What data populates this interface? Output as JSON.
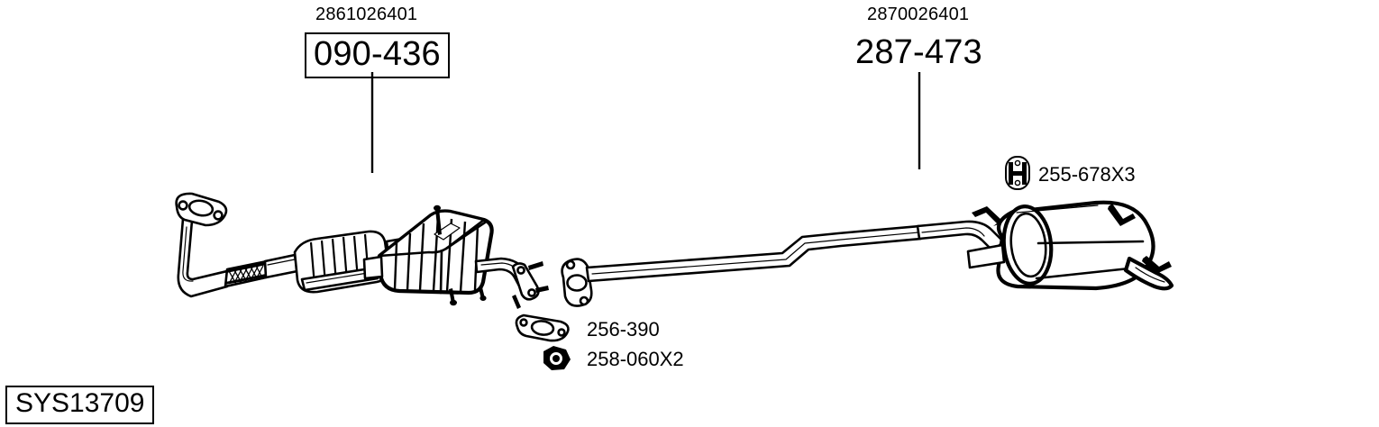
{
  "diagram": {
    "system_code": "SYS13709",
    "background_color": "#ffffff",
    "line_color": "#000000"
  },
  "callouts": [
    {
      "id": "front-assembly",
      "oem_number": "2861026401",
      "part_number": "090-436",
      "boxed": true
    },
    {
      "id": "rear-assembly",
      "oem_number": "2870026401",
      "part_number": "287-473",
      "boxed": false
    }
  ],
  "small_parts": [
    {
      "id": "gasket",
      "icon": "exhaust-gasket-icon",
      "part_number": "256-390"
    },
    {
      "id": "nut",
      "icon": "hex-nut-icon",
      "part_number": "258-060X2"
    },
    {
      "id": "hanger",
      "icon": "rubber-hanger-icon",
      "part_number": "255-678X3"
    }
  ],
  "components": [
    {
      "id": "front-pipe-flange",
      "name": "front-pipe-flange"
    },
    {
      "id": "flex-joint",
      "name": "flex-joint"
    },
    {
      "id": "catalytic-converter",
      "name": "catalytic-converter"
    },
    {
      "id": "centre-silencer",
      "name": "centre-silencer"
    },
    {
      "id": "centre-pipe",
      "name": "centre-pipe"
    },
    {
      "id": "rear-silencer",
      "name": "rear-silencer"
    },
    {
      "id": "tail-pipe",
      "name": "tail-pipe"
    }
  ]
}
